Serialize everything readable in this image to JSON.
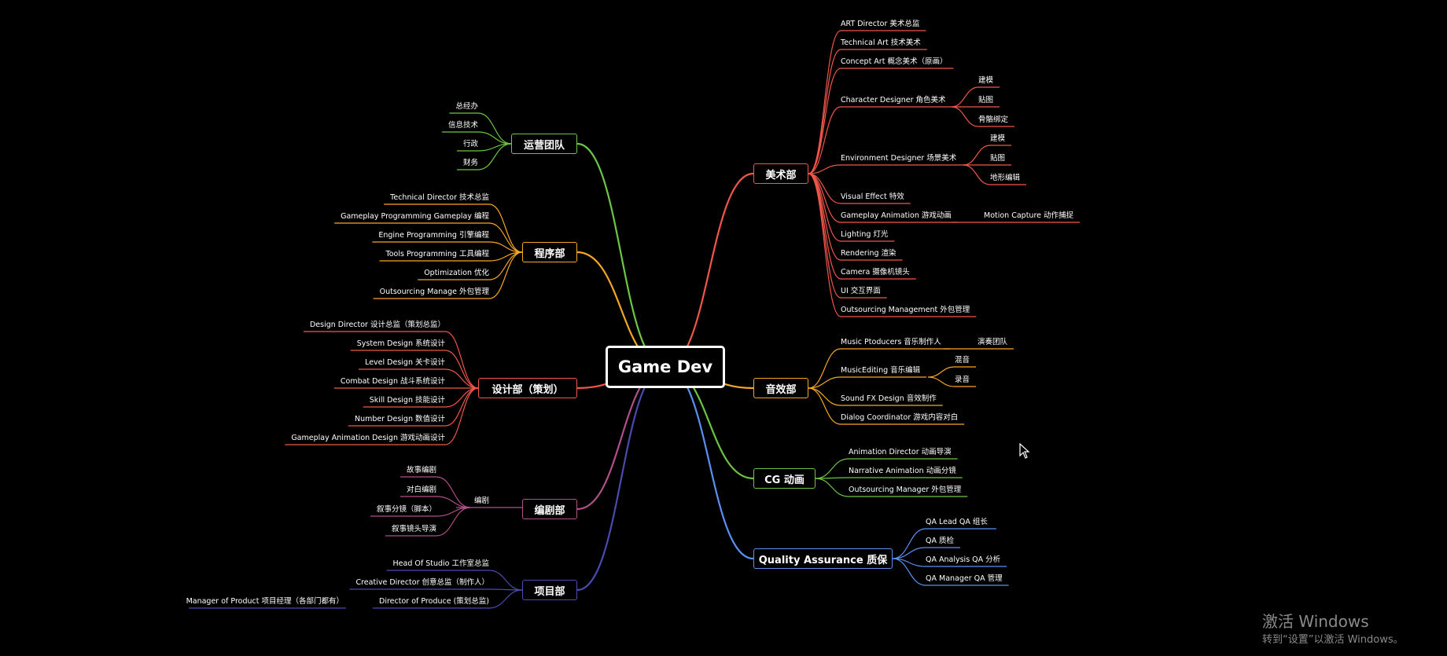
{
  "center": {
    "label": "Game Dev"
  },
  "colors": {
    "art": "#f0564a",
    "audio": "#f5a623",
    "cg": "#6cc644",
    "qa": "#5b8ff0",
    "ops": "#6cc644",
    "program": "#f5a623",
    "design": "#f0564a",
    "script": "#b0508a",
    "project": "#4a4ab0"
  },
  "branches": {
    "art": {
      "label": "美术部",
      "items": [
        "ART Director 美术总监",
        "Technical Art 技术美术",
        "Concept Art 概念美术（原画）",
        "Character Designer 角色美术",
        "Environment  Designer 场景美术",
        "Visual Effect 特效",
        "Gameplay Animation 游戏动画",
        "Lighting 灯光",
        "Rendering 渲染",
        "Camera 摄像机镜头",
        "UI 交互界面",
        "Outsourcing Management 外包管理"
      ],
      "character_sub": [
        "建模",
        "贴图",
        "骨骼绑定"
      ],
      "environment_sub": [
        "建模",
        "贴图",
        "地形编辑"
      ],
      "animation_sub": [
        "Motion Capture 动作捕捉"
      ]
    },
    "audio": {
      "label": "音效部",
      "items": [
        "Music Ptoducers  音乐制作人",
        "MusicEditing 音乐编辑",
        "Sound FX Design 音效制作",
        "Dialog Coordinator 游戏内容对白"
      ],
      "producer_sub": [
        "演奏团队"
      ],
      "editing_sub": [
        "混音",
        "录音"
      ]
    },
    "cg": {
      "label": "CG 动画",
      "items": [
        "Animation Director 动画导演",
        "Narrative Animation 动画分镜",
        "Outsourcing Manager 外包管理"
      ]
    },
    "qa": {
      "label": "Quality Assurance 质保",
      "items": [
        "QA Lead  QA 组长",
        "QA 质检",
        "QA Analysis QA 分析",
        "QA Manager QA 管理"
      ]
    },
    "ops": {
      "label": "运营团队",
      "items": [
        "总经办",
        "信息技术",
        "行政",
        "财务"
      ]
    },
    "program": {
      "label": "程序部",
      "items": [
        "Technical Director 技术总监",
        "Gameplay Programming Gameplay 编程",
        "Engine Programming 引擎编程",
        "Tools Programming 工具编程",
        "Optimization 优化",
        "Outsourcing Manage 外包管理"
      ]
    },
    "design": {
      "label": "设计部（策划）",
      "items": [
        "Design Director 设计总监（策划总监）",
        "System Design 系统设计",
        "Level Design 关卡设计",
        "Combat Design 战斗系统设计",
        "Skill Design 技能设计",
        "Number Design 数值设计",
        "Gameplay Animation Design 游戏动画设计"
      ]
    },
    "script": {
      "label": "编剧部",
      "mid": "编剧",
      "items": [
        "故事编剧",
        "对白编剧",
        "叙事分镜（脚本）",
        "叙事镜头导演"
      ]
    },
    "project": {
      "label": "项目部",
      "items": [
        "Head Of Studio 工作室总监",
        "Creative Director 创意总监（制作人）",
        "Director of Produce (策划总监)"
      ],
      "produce_sub": [
        "Manager of Product 项目经理（各部门都有）"
      ]
    }
  },
  "watermark": {
    "title": "激活 Windows",
    "subtitle": "转到“设置”以激活 Windows。"
  }
}
